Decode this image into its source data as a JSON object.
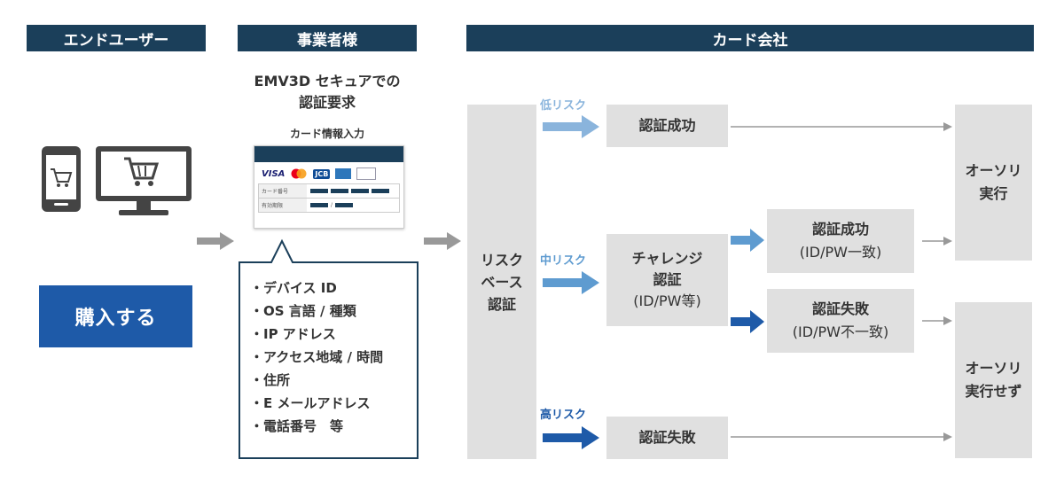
{
  "headers": {
    "end_user": "エンドユーザー",
    "merchant": "事業者様",
    "card_company": "カード会社"
  },
  "merchant": {
    "title_line1": "EMV3D セキュアでの",
    "title_line2": "認証要求",
    "form_title": "カード情報入力",
    "form_brands": [
      "VISA",
      "JCB"
    ],
    "form_card_number_label": "カード番号",
    "form_expiry_label": "有効期限",
    "form_expiry_sep": "/",
    "data_items": [
      "・デバイス ID",
      "・OS 言語 / 種類",
      "・IP アドレス",
      "・アクセス地域 / 時間",
      "・住所",
      "・E メールアドレス",
      "・電話番号　等"
    ]
  },
  "end_user": {
    "buy_button": "購入する"
  },
  "card_company": {
    "risk_based_line1": "リスク",
    "risk_based_line2": "ベース",
    "risk_based_line3": "認証",
    "low_risk_label": "低リスク",
    "mid_risk_label": "中リスク",
    "high_risk_label": "高リスク",
    "low_result": "認証成功",
    "challenge_line1": "チャレンジ",
    "challenge_line2": "認証",
    "challenge_line3": "(ID/PW等)",
    "success_line1": "認証成功",
    "success_line2": "(ID/PW一致)",
    "fail_line1": "認証失敗",
    "fail_line2": "(ID/PW不一致)",
    "high_result": "認証失敗",
    "auth_exec_line1": "オーソリ",
    "auth_exec_line2": "実行",
    "auth_noexec_line1": "オーソリ",
    "auth_noexec_line2": "実行せず"
  },
  "colors": {
    "header_navy": "#1b3f5a",
    "buy_blue": "#1e5aa8",
    "light_blue": "#8ab4dc",
    "mid_blue": "#5e9bd0",
    "dark_blue": "#1e5aa8",
    "box_gray": "#e0e0e0",
    "arrow_gray": "#999999"
  }
}
